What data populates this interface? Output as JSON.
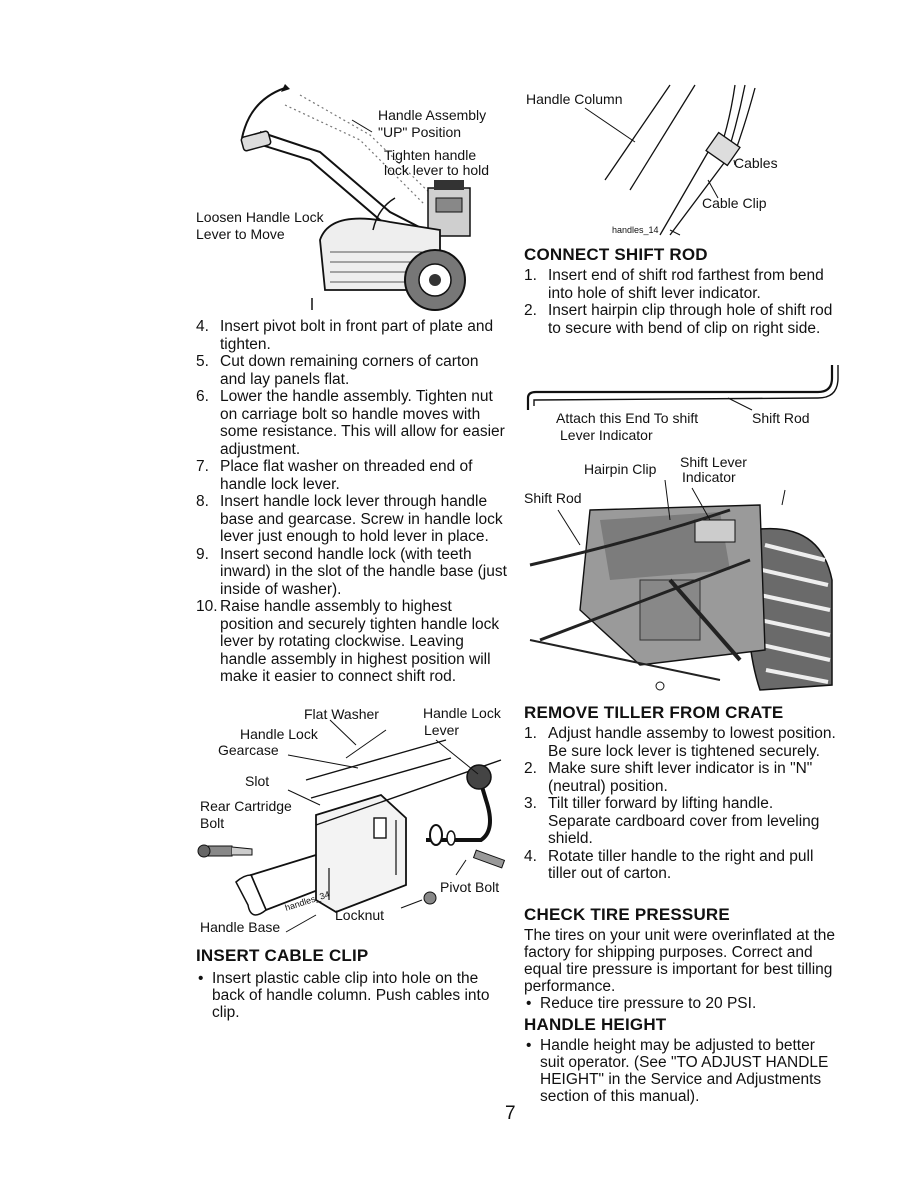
{
  "figures": {
    "handle_assembly": {
      "handle_assembly": "Handle Assembly",
      "up_position": "\"UP\" Position",
      "tighten_1": "Tighten handle",
      "tighten_2": "lock lever to hold",
      "loosen_1": "Loosen Handle Lock",
      "loosen_2": "Lever to Move"
    },
    "handle_column": {
      "handle_column": "Handle Column",
      "cables": "Cables",
      "cable_clip": "Cable Clip",
      "fig_id": "handles_14"
    },
    "shift_rod": {
      "attach_1": "Attach this End To shift",
      "attach_2": "Lever Indicator",
      "shift_rod": "Shift Rod"
    },
    "shift_lever": {
      "hairpin_clip": "Hairpin Clip",
      "shift_lever_1": "Shift Lever",
      "shift_lever_2": "Indicator",
      "shift_rod": "Shift Rod"
    },
    "handle_parts": {
      "flat_washer": "Flat Washer",
      "handle_lock_lever_1": "Handle Lock",
      "handle_lock_lever_2": "Lever",
      "handle_lock": "Handle Lock",
      "gearcase": "Gearcase",
      "slot": "Slot",
      "rear_cartridge": "Rear Cartridge",
      "bolt": "Bolt",
      "pivot_bolt": "Pivot Bolt",
      "locknut": "Locknut",
      "handle_base": "Handle Base",
      "fig_id": "handles_34"
    }
  },
  "left_steps": [
    {
      "num": "4.",
      "text": "Insert pivot bolt in front part of plate and tighten."
    },
    {
      "num": "5.",
      "text": "Cut down remaining corners of carton and lay panels flat."
    },
    {
      "num": "6.",
      "text": "Lower the handle assembly. Tighten nut on carriage bolt so handle moves with some resistance. This will allow for easier adjustment."
    },
    {
      "num": "7.",
      "text": "Place flat washer on threaded end of handle lock lever."
    },
    {
      "num": "8.",
      "text": "Insert handle lock lever through handle base and gearcase. Screw in handle lock lever just enough to hold lever in place."
    },
    {
      "num": "9.",
      "text": "Insert second handle lock (with teeth inward) in the slot of the handle base (just inside of washer)."
    },
    {
      "num": "10.",
      "text": "Raise handle assembly to highest position and securely tighten handle lock lever by rotating clockwise. Leaving handle assembly in highest position will make it easier to connect shift rod."
    }
  ],
  "insert_cable_clip": {
    "heading": "INSERT CABLE CLIP",
    "bullets": [
      "Insert plastic cable clip into hole on the back of handle column. Push cables into clip."
    ]
  },
  "connect_shift_rod": {
    "heading": "CONNECT SHIFT ROD",
    "steps": [
      {
        "num": "1.",
        "text": "Insert end of shift rod farthest from bend into hole of shift lever indicator."
      },
      {
        "num": "2.",
        "text": "Insert hairpin clip through hole of shift rod to secure with bend of clip on right side."
      }
    ]
  },
  "remove_tiller": {
    "heading": "REMOVE TILLER FROM CRATE",
    "steps": [
      {
        "num": "1.",
        "text": "Adjust handle assemby to lowest position. Be sure lock lever is tightened securely."
      },
      {
        "num": "2.",
        "text": "Make sure shift lever indicator is in \"N\" (neutral) position."
      },
      {
        "num": "3.",
        "text": "Tilt tiller forward by lifting handle. Separate cardboard cover from leveling shield."
      },
      {
        "num": "4.",
        "text": "Rotate tiller handle to the right and pull tiller out of carton."
      }
    ]
  },
  "check_tire": {
    "heading": "CHECK TIRE PRESSURE",
    "body": "The tires on your unit were overinflated at the factory for shipping purposes. Correct and equal tire pressure is important for best tilling performance.",
    "bullets": [
      "Reduce tire pressure to 20 PSI."
    ]
  },
  "handle_height": {
    "heading": "HANDLE HEIGHT",
    "bullets": [
      "Handle height may be adjusted to better suit operator. (See \"TO ADJUST HANDLE HEIGHT\" in the Service and Adjustments section of this manual)."
    ]
  },
  "page_number": "7"
}
